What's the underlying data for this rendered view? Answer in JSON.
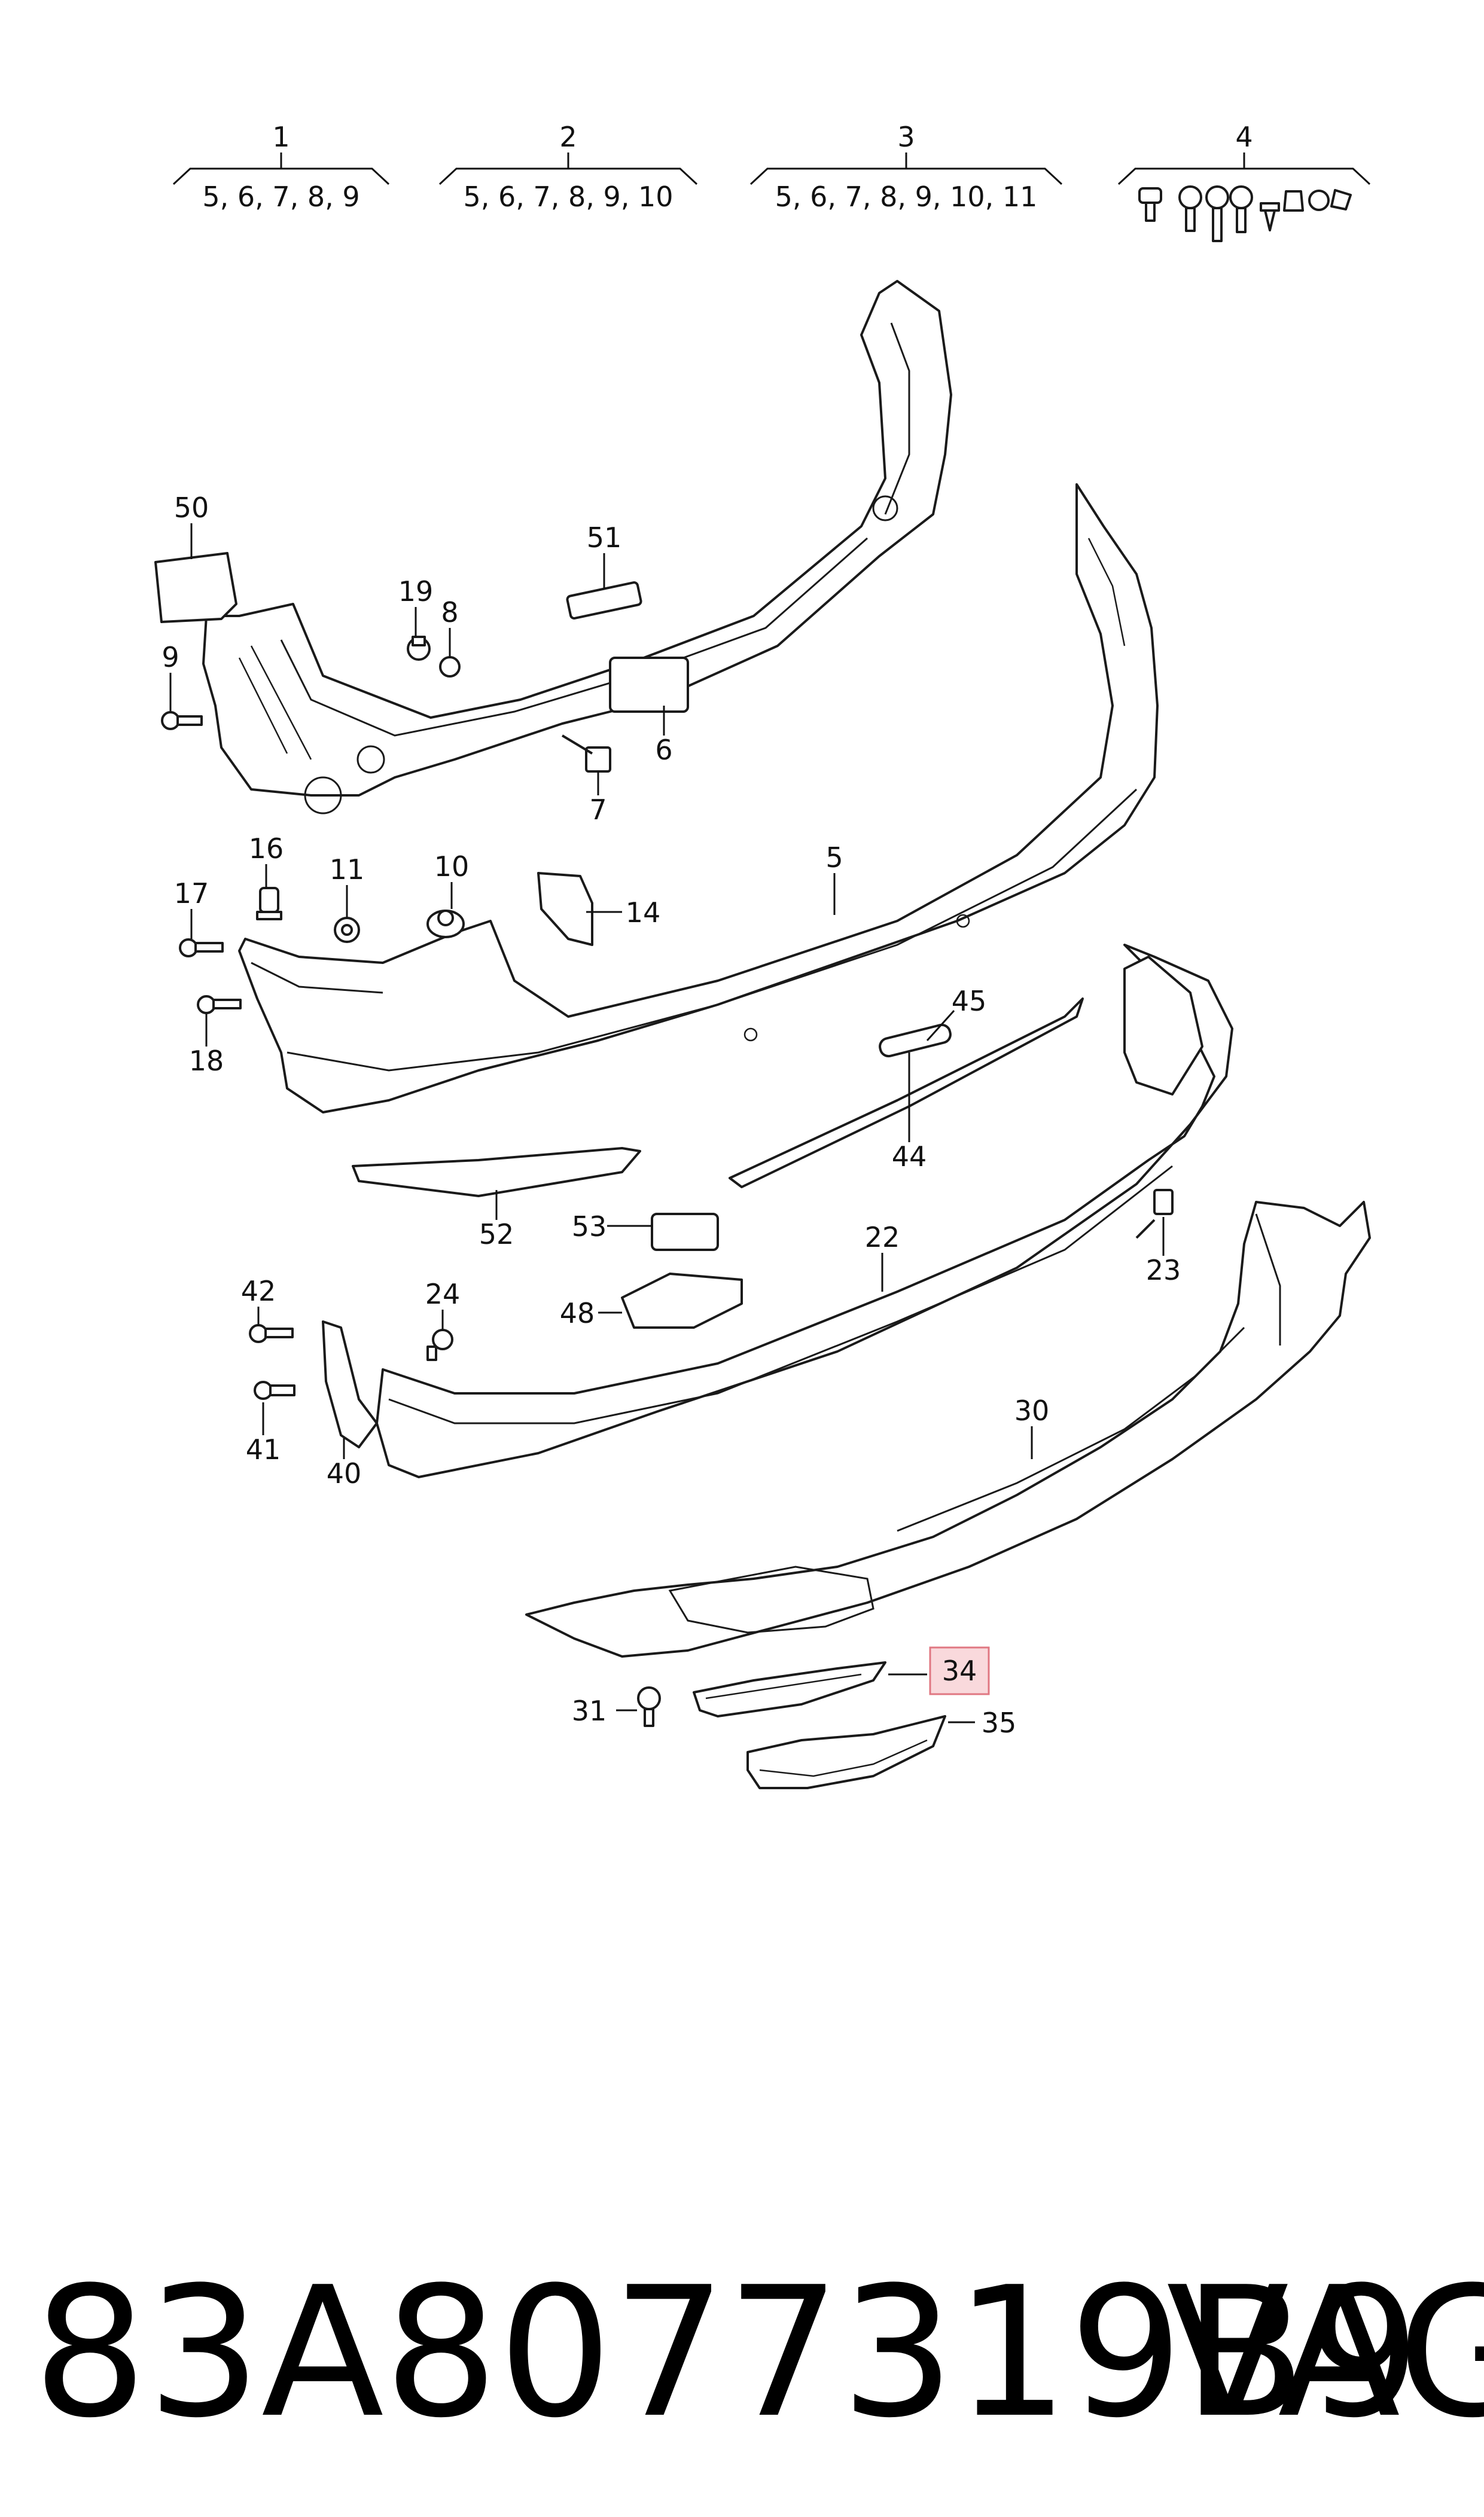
{
  "kits": [
    {
      "number": "1",
      "contents": "5, 6, 7, 8, 9"
    },
    {
      "number": "2",
      "contents": "5, 6, 7, 8, 9, 10"
    },
    {
      "number": "3",
      "contents": "5, 6, 7, 8, 9, 10, 11"
    },
    {
      "number": "4",
      "contents": ""
    }
  ],
  "callouts": {
    "c50": "50",
    "c51": "51",
    "c19": "19",
    "c8": "8",
    "c9": "9",
    "c6": "6",
    "c7": "7",
    "c5": "5",
    "c16": "16",
    "c17": "17",
    "c11": "11",
    "c10": "10",
    "c14": "14",
    "c18": "18",
    "c45": "45",
    "c44": "44",
    "c52": "52",
    "c53": "53",
    "c22": "22",
    "c48": "48",
    "c23": "23",
    "c42": "42",
    "c24": "24",
    "c41": "41",
    "c40": "40",
    "c30": "30",
    "c34": "34",
    "c31": "31",
    "c35": "35"
  },
  "highlighted_callout": "34",
  "colors": {
    "highlight_fill": "#f9d9dc",
    "highlight_stroke": "#e07782",
    "line": "#1a1a1a"
  },
  "footer": {
    "part_number": "83A8077319B9",
    "brand": "VAG"
  }
}
